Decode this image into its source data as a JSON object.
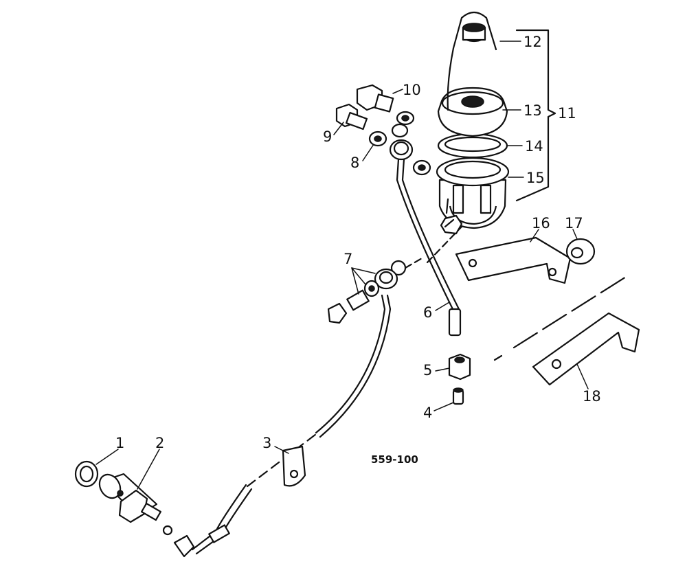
{
  "diagram_code": "559-100",
  "callouts": [
    "1",
    "2",
    "3",
    "4",
    "5",
    "6",
    "7",
    "8",
    "9",
    "10",
    "11",
    "12",
    "13",
    "14",
    "15",
    "16",
    "17",
    "18"
  ]
}
